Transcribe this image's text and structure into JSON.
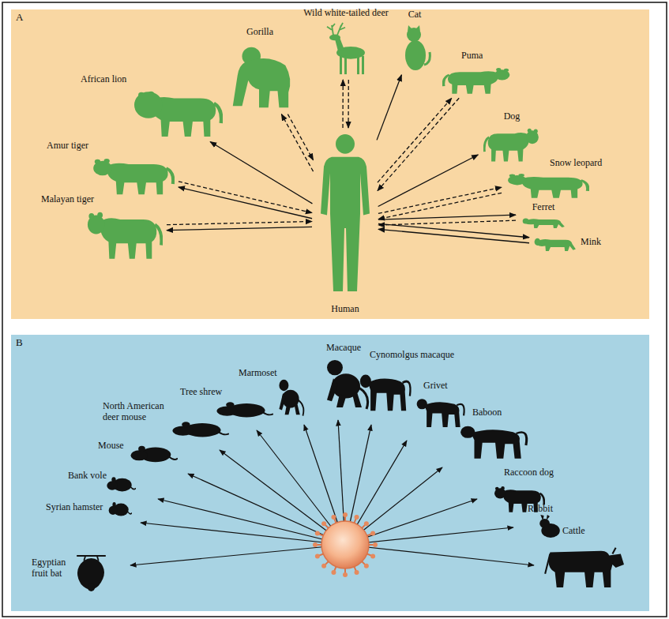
{
  "diagram": {
    "nodes": [
      {
        "text": [
          "A"
        ]
      },
      {
        "text": [
          "Malayan tiger"
        ],
        "in": 0
      },
      {
        "text": [
          "Amur tiger"
        ],
        "in": 0
      },
      {
        "text": [
          "African lion"
        ],
        "in": 0
      },
      {
        "text": [
          "Gorilla"
        ],
        "in": 0
      },
      {
        "text": [
          "Wild white-tailed deer"
        ],
        "in": 0
      },
      {
        "text": [
          "Cat"
        ],
        "in": 0
      },
      {
        "text": [
          "Puma"
        ],
        "in": 0
      },
      {
        "text": [
          "Dog"
        ],
        "in": 0
      },
      {
        "text": [
          "Snow leopard"
        ],
        "in": 0
      },
      {
        "text": [
          "Ferret"
        ],
        "in": 0
      },
      {
        "text": [
          "Mink"
        ],
        "in": 0
      },
      {
        "text": [
          "Human"
        ],
        "in": 0
      },
      {
        "text": [
          "B"
        ]
      },
      {
        "text": [
          "Egyptian fruit bat"
        ],
        "in": 13
      },
      {
        "text": [
          "Syrian hamster"
        ],
        "in": 13
      },
      {
        "text": [
          "Bank vole"
        ],
        "in": 13
      },
      {
        "text": [
          "Mouse"
        ],
        "in": 13
      },
      {
        "text": [
          "North American deer mouse"
        ],
        "in": 13
      },
      {
        "text": [
          "Tree shrew"
        ],
        "in": 13
      },
      {
        "text": [
          "Marmoset"
        ],
        "in": 13
      },
      {
        "text": [
          "Macaque"
        ],
        "in": 13
      },
      {
        "text": [
          "Cynomolgus macaque"
        ],
        "in": 13
      },
      {
        "text": [
          "Grivet"
        ],
        "in": 13
      },
      {
        "text": [
          "Baboon"
        ],
        "in": 13
      },
      {
        "text": [
          "Raccoon dog"
        ],
        "in": 13
      },
      {
        "text": [
          "Rabbit"
        ],
        "in": 13
      },
      {
        "text": [
          "Cattle"
        ],
        "in": 13
      }
    ],
    "edges": [
      {
        "from": 12,
        "to": 1,
        "arrow": "to"
      },
      {
        "from": 1,
        "to": 12,
        "arrow": "to"
      },
      {
        "from": 12,
        "to": 2,
        "arrow": "to"
      },
      {
        "from": 2,
        "to": 12,
        "arrow": "to"
      },
      {
        "from": 12,
        "to": 3,
        "arrow": "to"
      },
      {
        "from": 12,
        "to": 4,
        "arrow": "to"
      },
      {
        "from": 4,
        "to": 12,
        "arrow": "to"
      },
      {
        "from": 12,
        "to": 5,
        "arrow": "to"
      },
      {
        "from": 5,
        "to": 12,
        "arrow": "to"
      },
      {
        "from": 12,
        "to": 6,
        "arrow": "to"
      },
      {
        "from": 12,
        "to": 7,
        "arrow": "to"
      },
      {
        "from": 7,
        "to": 12,
        "arrow": "to"
      },
      {
        "from": 12,
        "to": 8,
        "arrow": "to"
      },
      {
        "from": 12,
        "to": 9,
        "arrow": "to"
      },
      {
        "from": 9,
        "to": 12,
        "arrow": "to"
      },
      {
        "from": 12,
        "to": 10,
        "arrow": "to"
      },
      {
        "from": 10,
        "to": 12,
        "arrow": "to"
      },
      {
        "from": 12,
        "to": 11,
        "arrow": "to"
      },
      {
        "from": 11,
        "to": 12,
        "arrow": "to"
      }
    ]
  }
}
